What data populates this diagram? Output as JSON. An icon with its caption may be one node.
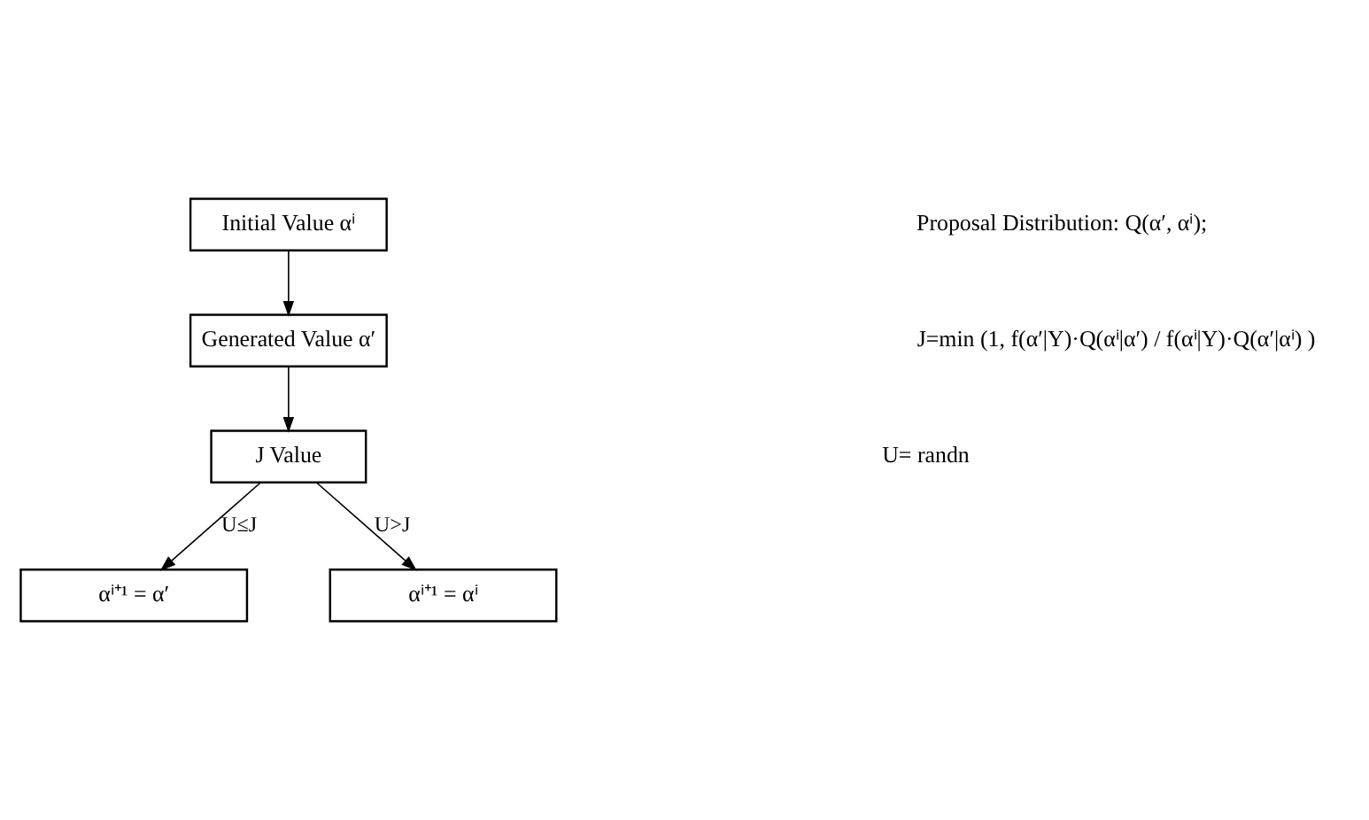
{
  "diagram": {
    "nodes": [
      {
        "text": [
          "Initial Value αⁱ"
        ]
      },
      {
        "text": [
          "Generated Value α′"
        ]
      },
      {
        "text": [
          "J Value"
        ]
      },
      {
        "text": [
          "αⁱ⁺¹ = α′"
        ]
      },
      {
        "text": [
          "αⁱ⁺¹ = αⁱ"
        ]
      }
    ],
    "edges": [
      {
        "from": 0,
        "to": 1,
        "arrow": "to"
      },
      {
        "from": 1,
        "to": 2,
        "arrow": "to"
      },
      {
        "from": 2,
        "to": 3,
        "arrow": "to",
        "label": "U≤J"
      },
      {
        "from": 2,
        "to": 4,
        "arrow": "to",
        "label": "U>J"
      }
    ],
    "labels": [
      "Proposal Distribution: Q(α′, αⁱ);",
      "J=min (1, f(α′|Y)·Q(αⁱ|α′) / f(αⁱ|Y)·Q(α′|αⁱ) )",
      "U= randn"
    ]
  }
}
